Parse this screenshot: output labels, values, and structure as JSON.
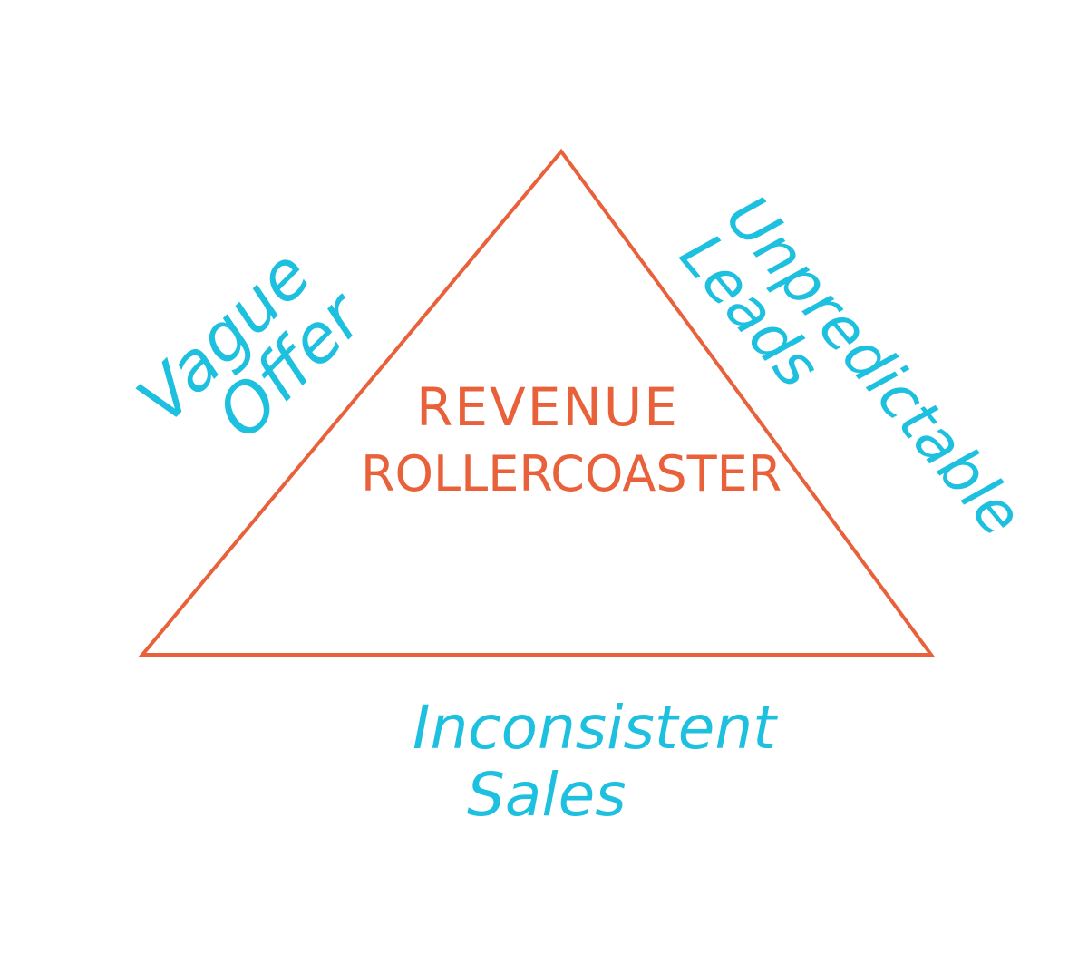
{
  "colors": {
    "triangle_stroke": "#e8613a",
    "center_text": "#e8613a",
    "side_text": "#1ec0e0",
    "background": "#ffffff"
  },
  "center": {
    "line1": "REVENUE",
    "line2": "ROLLERCOASTER"
  },
  "left_side": {
    "line1": "Vague",
    "line2": "Offer"
  },
  "right_side": {
    "line1": "Unpredictable",
    "line2": "Leads"
  },
  "bottom_side": {
    "line1": "Inconsistent",
    "line2": "Sales"
  }
}
